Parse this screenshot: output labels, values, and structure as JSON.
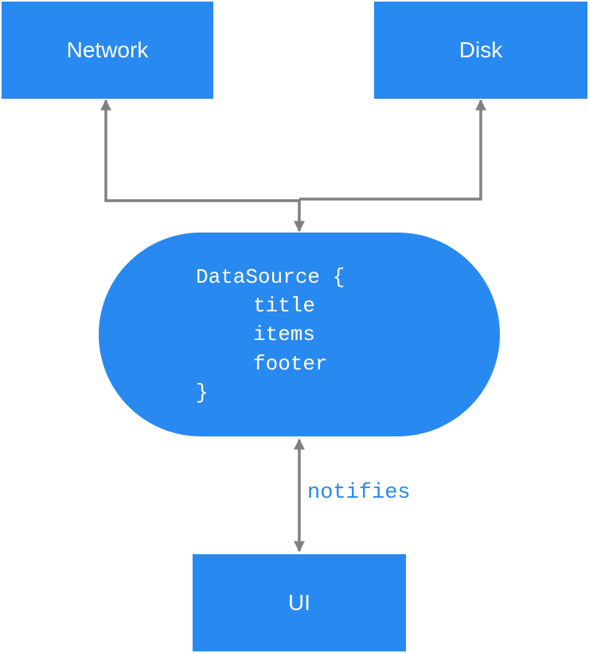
{
  "nodes": {
    "network": "Network",
    "disk": "Disk",
    "ui": "UI",
    "datasource": {
      "header": "DataSource {",
      "fields": [
        "title",
        "items",
        "footer"
      ],
      "footer": "}"
    }
  },
  "edges": {
    "datasource_ui_label": "notifies"
  },
  "colors": {
    "node_fill": "#2889F0",
    "node_text": "#FFFFFF",
    "connector": "#808080",
    "label": "#2889F0"
  }
}
